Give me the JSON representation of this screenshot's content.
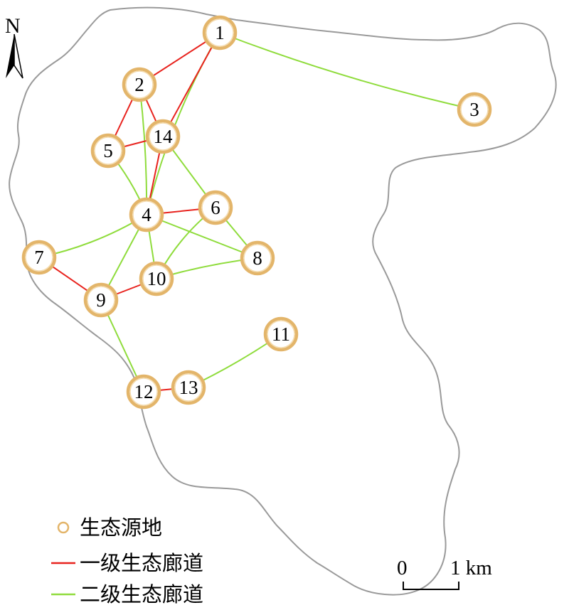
{
  "north_arrow": {
    "label": "N",
    "icon": "north-arrow-icon"
  },
  "colors": {
    "boundary": "#9a9a9a",
    "node_ring": "#e3b56a",
    "primary_corridor": "#e8231e",
    "secondary_corridor": "#8fdc3c"
  },
  "nodes": [
    {
      "id": 1,
      "label": "1"
    },
    {
      "id": 2,
      "label": "2"
    },
    {
      "id": 3,
      "label": "3"
    },
    {
      "id": 4,
      "label": "4"
    },
    {
      "id": 5,
      "label": "5"
    },
    {
      "id": 6,
      "label": "6"
    },
    {
      "id": 7,
      "label": "7"
    },
    {
      "id": 8,
      "label": "8"
    },
    {
      "id": 9,
      "label": "9"
    },
    {
      "id": 10,
      "label": "10"
    },
    {
      "id": 11,
      "label": "11"
    },
    {
      "id": 12,
      "label": "12"
    },
    {
      "id": 13,
      "label": "13"
    },
    {
      "id": 14,
      "label": "14"
    }
  ],
  "corridors": {
    "primary": [
      [
        1,
        2
      ],
      [
        1,
        14
      ],
      [
        2,
        5
      ],
      [
        2,
        14
      ],
      [
        5,
        14
      ],
      [
        14,
        4
      ],
      [
        4,
        6
      ],
      [
        7,
        9
      ],
      [
        9,
        10
      ],
      [
        12,
        13
      ]
    ],
    "secondary": [
      [
        1,
        3
      ],
      [
        1,
        4
      ],
      [
        2,
        4
      ],
      [
        5,
        4
      ],
      [
        14,
        6
      ],
      [
        4,
        7
      ],
      [
        4,
        9
      ],
      [
        4,
        10
      ],
      [
        4,
        8
      ],
      [
        6,
        8
      ],
      [
        6,
        10
      ],
      [
        10,
        8
      ],
      [
        9,
        12
      ],
      [
        13,
        11
      ]
    ]
  },
  "legend": {
    "source": "生态源地",
    "primary": "一级生态廊道",
    "secondary": "二级生态廊道"
  },
  "scale_bar": {
    "start_label": "0",
    "end_label": "1 km"
  }
}
